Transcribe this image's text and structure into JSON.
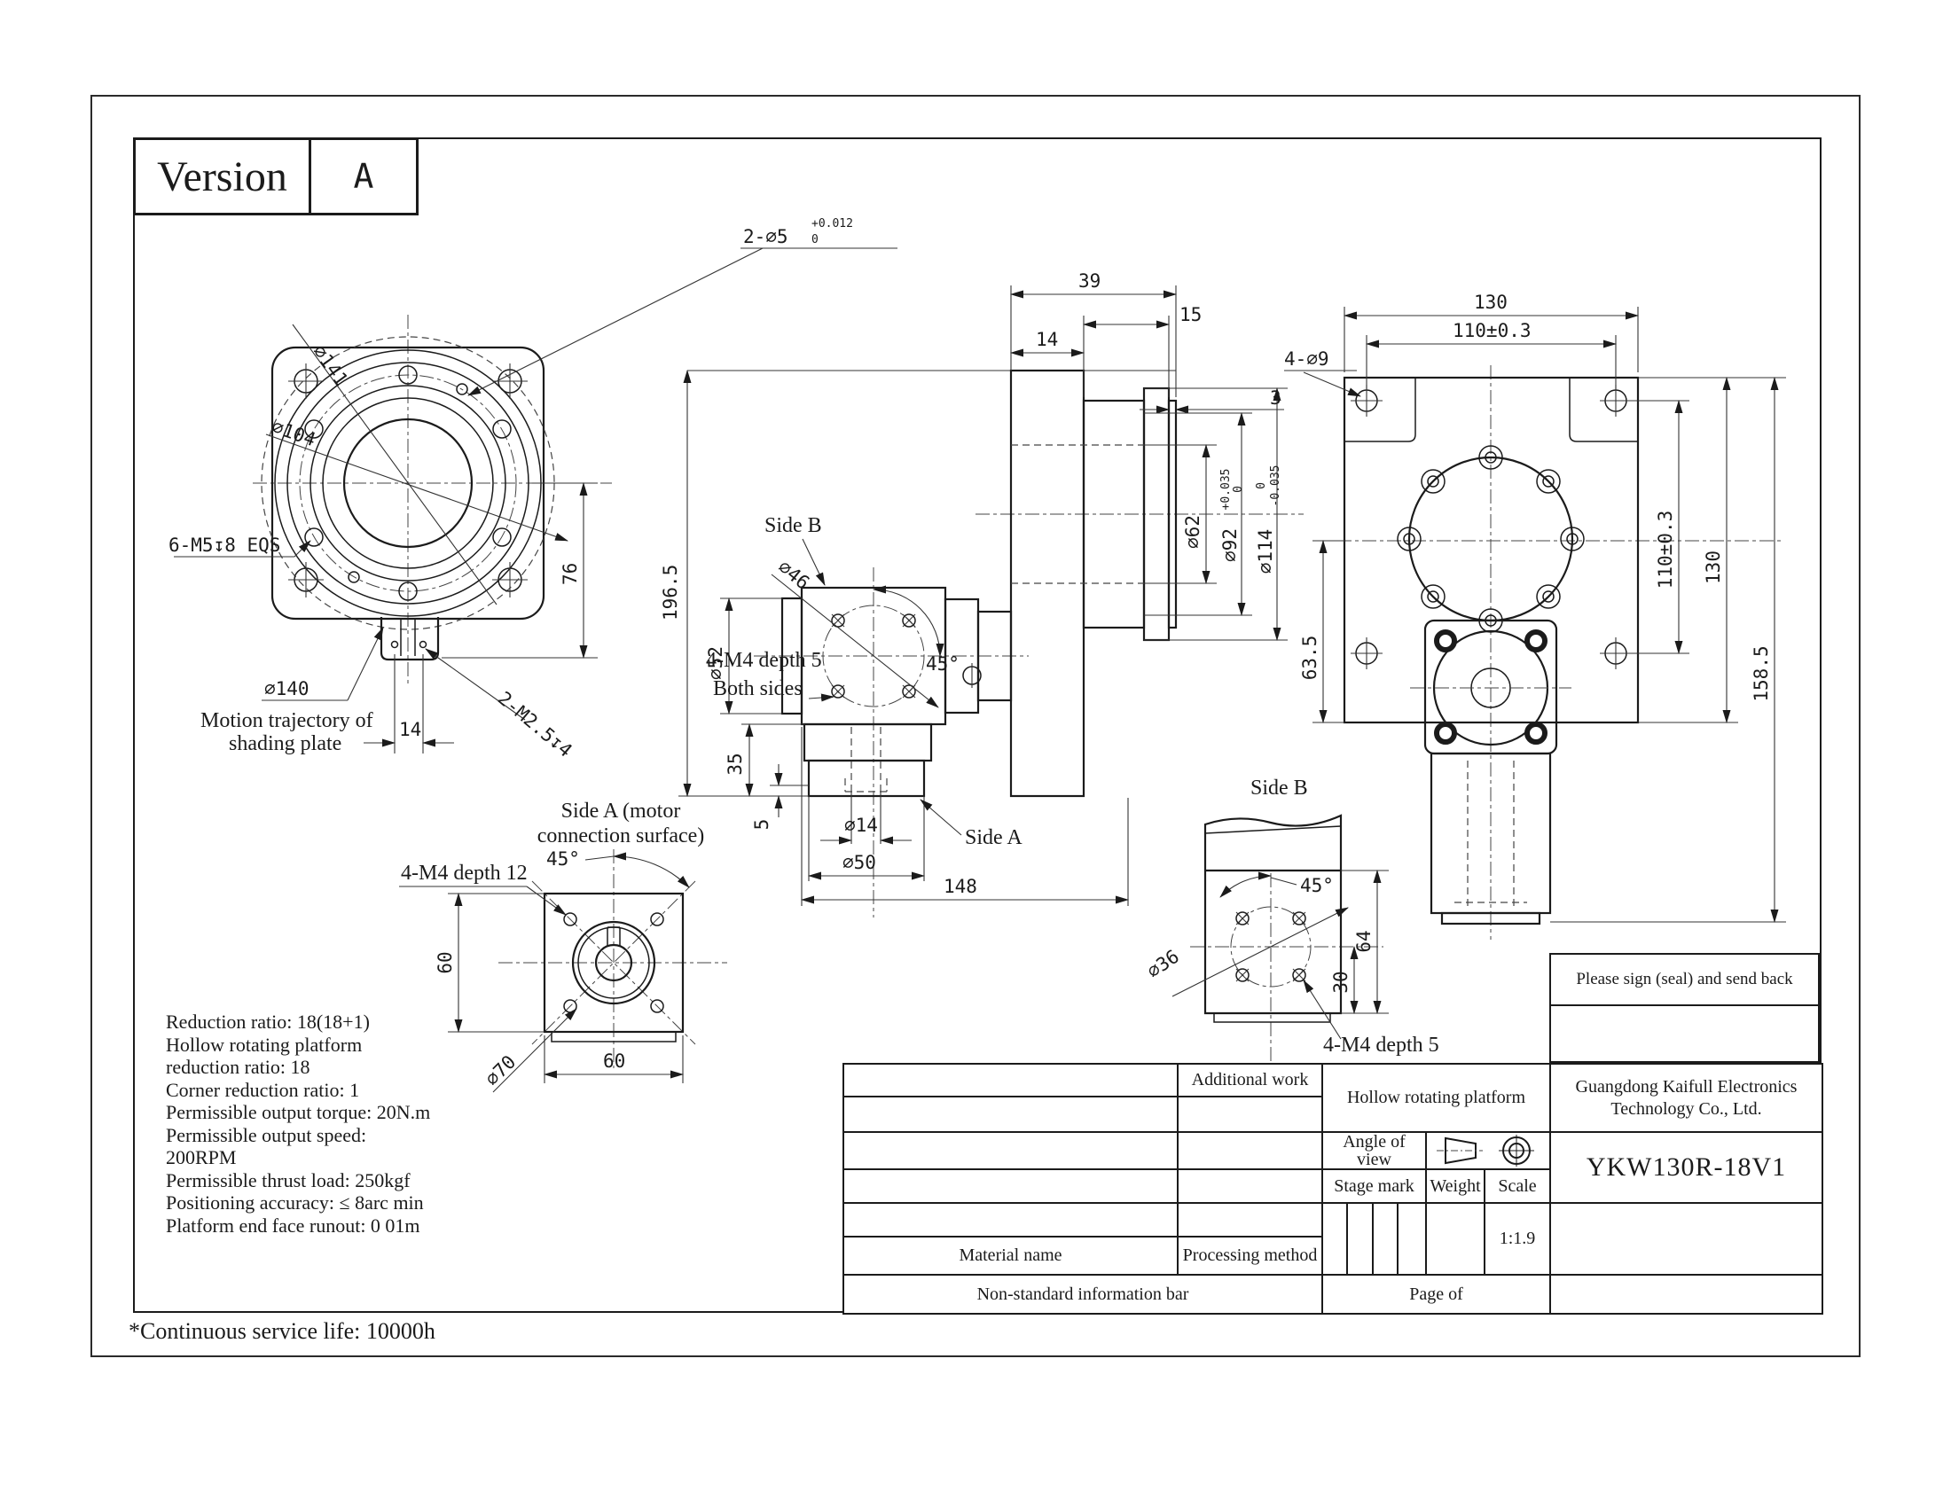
{
  "version": {
    "label": "Version",
    "value": "A"
  },
  "footnote": "*Continuous service life: 10000h",
  "front_view": {
    "dia141": "⌀141",
    "dia104": "⌀104",
    "pin_holes": "2-⌀5",
    "pin_tol_up": "+0.012",
    "pin_tol_dn": "0",
    "screws": "6-M5↧8 EQS",
    "dia140": "⌀140",
    "traj_line1": "Motion trajectory of",
    "traj_line2": "shading plate",
    "slot_width": "14",
    "m25_holes": "2-M2.5↧4",
    "h76": "76"
  },
  "side_view": {
    "d39": "39",
    "d15": "15",
    "d14": "14",
    "d3": "3",
    "dia62": "⌀62",
    "dia92": "⌀92",
    "dia92_tol_up": "+0.035",
    "dia92_tol_dn": "0",
    "dia114": "⌀114",
    "dia114_tol_up": "0",
    "dia114_tol_dn": "-0.035",
    "h1965": "196.5",
    "side_b": "Side B",
    "dia46": "⌀46",
    "dia52": "⌀52",
    "m4_depth": "4-M4 depth 5",
    "both_sides": "Both sides",
    "a45": "45°",
    "d35": "35",
    "d5": "5",
    "dia14": "⌀14",
    "dia50": "⌀50",
    "side_a": "Side A",
    "d148": "148"
  },
  "rear_view": {
    "w130": "130",
    "w110": "110±0.3",
    "holes": "4-⌀9",
    "h635": "63.5",
    "h110": "110±0.3",
    "h130": "130",
    "h1585": "158.5"
  },
  "side_a_view": {
    "title_line1": "Side A (motor",
    "title_line2": "connection surface)",
    "m4_depth": "4-M4 depth 12",
    "a45": "45°",
    "h60": "60",
    "w60": "60",
    "dia70": "⌀70"
  },
  "side_b_view": {
    "title": "Side B",
    "a45": "45°",
    "h64": "64",
    "h30": "30",
    "dia36": "⌀36",
    "m4_depth": "4-M4 depth 5"
  },
  "specs": {
    "lines": [
      "Reduction ratio: 18(18+1)",
      "Hollow rotating platform",
      "reduction ratio: 18",
      "Corner reduction ratio: 1",
      "Permissible output torque: 20N.m",
      "Permissible output speed:",
      "200RPM",
      "Permissible thrust load: 250kgf",
      "Positioning accuracy: ≤ 8arc min",
      "Platform end face runout: 0 01m"
    ]
  },
  "title_block": {
    "additional_work": "Additional work",
    "material_name": "Material name",
    "processing_method": "Processing method",
    "nonstandard": "Non-standard information bar",
    "page_of": "Page of",
    "product": "Hollow rotating platform",
    "company_line1": "Guangdong Kaifull Electronics",
    "company_line2": "Technology Co., Ltd.",
    "angle_line1": "Angle of",
    "angle_line2": "view",
    "stage_mark": "Stage mark",
    "weight": "Weight",
    "scale": "Scale",
    "part_no": "YKW130R-18V1",
    "scale_val": "1:1.9"
  },
  "sign_box": {
    "text": "Please sign (seal) and send back"
  }
}
